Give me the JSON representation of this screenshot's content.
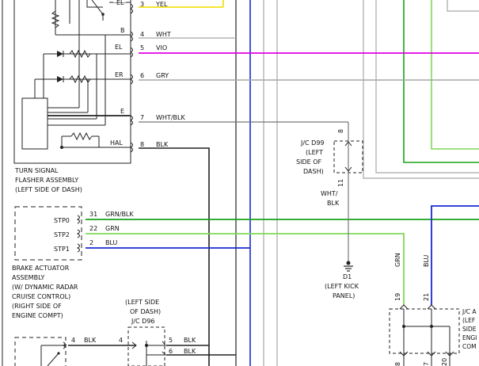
{
  "wire_colors": {
    "yellow": "#f2e21a",
    "violet": "#e000e0",
    "green": "#1aa31a",
    "light_green": "#7ed957",
    "blue": "#1a2ad1",
    "gray": "#a6a6a6",
    "black": "#222222"
  },
  "turn_signal": {
    "pins": [
      {
        "num": "3",
        "color": "YEL"
      },
      {
        "num": "4",
        "color": "WHT"
      },
      {
        "num": "5",
        "color": "VIO"
      },
      {
        "num": "6",
        "color": "GRY"
      },
      {
        "num": "7",
        "color": "WHT/BLK"
      },
      {
        "num": "8",
        "color": "BLK"
      }
    ],
    "terminals": {
      "b": "B",
      "el": "EL",
      "er": "ER",
      "e": "E",
      "hal": "HAL",
      "top": "EL"
    },
    "label": [
      "TURN SIGNAL",
      "FLASHER ASSEMBLY",
      "(LEFT SIDE OF DASH)"
    ]
  },
  "brake": {
    "pins": [
      {
        "num": "31",
        "term": "STP0",
        "color": "GRN/BLK"
      },
      {
        "num": "22",
        "term": "STP2",
        "color": "GRN"
      },
      {
        "num": "2",
        "term": "STP1",
        "color": "BLU"
      }
    ],
    "label": [
      "BRAKE ACTUATOR",
      "ASSEMBLY",
      "(W/ DYNAMIC RADAR",
      "CRUISE CONTROL)",
      "(RIGHT SIDE OF",
      "ENGINE COMPT)"
    ]
  },
  "jc_d99": {
    "label": [
      "J/C D99",
      "(LEFT",
      "SIDE OF",
      "DASH)"
    ],
    "pin_top": "8",
    "pin_bottom": "11",
    "wire_label": [
      "WHT/",
      "BLK"
    ]
  },
  "ground_d1": {
    "id": "D1",
    "label": [
      "(LEFT KICK",
      "PANEL)"
    ]
  },
  "jc_d96": {
    "label": [
      "(LEFT SIDE",
      "OF DASH)",
      "J/C D96"
    ],
    "pin_in": "4",
    "pins_out": [
      {
        "num": "5",
        "color": "BLK"
      },
      {
        "num": "6",
        "color": "BLK"
      }
    ],
    "switch_pin": "4",
    "switch_color": "BLK"
  },
  "right_jc": {
    "wires": [
      {
        "color": "GRN",
        "pin": "19"
      },
      {
        "color": "BLU",
        "pin": "21"
      }
    ],
    "label": [
      "J/C A",
      "(LEF",
      "SIDE",
      "ENGI",
      "COM"
    ],
    "bottom_pins": [
      "8",
      "7",
      "20"
    ]
  }
}
